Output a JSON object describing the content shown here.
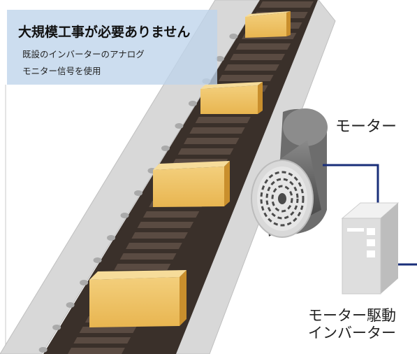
{
  "info_box": {
    "title": "大規模工事が必要ありません",
    "line1": "既設のインバーターのアナログ",
    "line2": "モニター信号を使用"
  },
  "labels": {
    "motor": "モーター",
    "inverter_line1": "モーター駆動",
    "inverter_line2": "インバーター"
  },
  "colors": {
    "belt_frame": "#d5d5d5",
    "belt_slat": "#4a3e36",
    "box": "#e7b24a",
    "wire": "#1a2f7a",
    "motor_body": "#6f6f6f",
    "inverter_body": "#e3e3e3",
    "info_box_bg": "#bed4ea"
  },
  "icons": [
    "conveyor-belt",
    "cardboard-box",
    "motor-fan",
    "inverter-cabinet"
  ]
}
